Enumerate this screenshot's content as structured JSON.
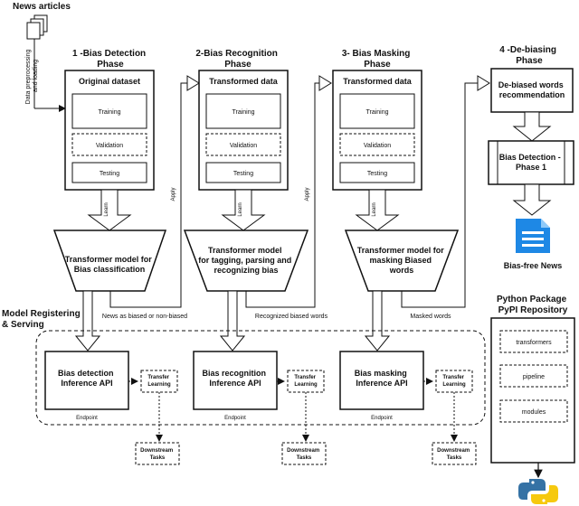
{
  "news_articles": "News articles",
  "preprocessing": [
    "Data preprocessing",
    "and loading"
  ],
  "phase1": {
    "title": [
      "1 -Bias Detection",
      "Phase"
    ],
    "dataset": "Original dataset",
    "training": "Training",
    "validation": "Validation",
    "testing": "Testing",
    "learn": "Learn",
    "apply": "Apply",
    "model": [
      "Transformer model for",
      "Bias classification"
    ],
    "output": "News as biased or non-biased",
    "api": [
      "Bias detection",
      "Inference API"
    ],
    "endpoint": "Endpoint",
    "transfer": [
      "Transfer",
      "Learning"
    ],
    "downstream": [
      "Downstream",
      "Tasks"
    ]
  },
  "phase2": {
    "title": [
      "2-Bias Recognition",
      "Phase"
    ],
    "dataset": "Transformed data",
    "training": "Training",
    "validation": "Validation",
    "testing": "Testing",
    "learn": "Learn",
    "apply": "Apply",
    "model": [
      "Transformer model",
      "for tagging, parsing and",
      "recognizing bias"
    ],
    "output": "Recognized biased words",
    "api": [
      "Bias recognition",
      "Inference API"
    ],
    "endpoint": "Endpoint",
    "transfer": [
      "Transfer",
      "Learning"
    ],
    "downstream": [
      "Downstream",
      "Tasks"
    ]
  },
  "phase3": {
    "title": [
      "3- Bias Masking",
      "Phase"
    ],
    "dataset": "Transformed data",
    "training": "Training",
    "validation": "Validation",
    "testing": "Testing",
    "learn": "Learn",
    "model": [
      "Transformer model for",
      "masking Biased",
      "words"
    ],
    "output": "Masked words",
    "api": [
      "Bias masking",
      "Inference API"
    ],
    "endpoint": "Endpoint",
    "transfer": [
      "Transfer",
      "Learning"
    ],
    "downstream": [
      "Downstream",
      "Tasks"
    ]
  },
  "phase4": {
    "title": [
      "4 -De-biasing",
      "Phase"
    ],
    "recommendation": [
      "De-biased words",
      "recommendation"
    ],
    "detection": [
      "Bias Detection -",
      "Phase 1"
    ],
    "result": "Bias-free News"
  },
  "serving": [
    "Model Registering",
    "& Serving"
  ],
  "pypi": {
    "title": [
      "Python Package",
      "PyPI Repository"
    ],
    "items": [
      "transformers",
      "pipeline",
      "modules"
    ]
  }
}
